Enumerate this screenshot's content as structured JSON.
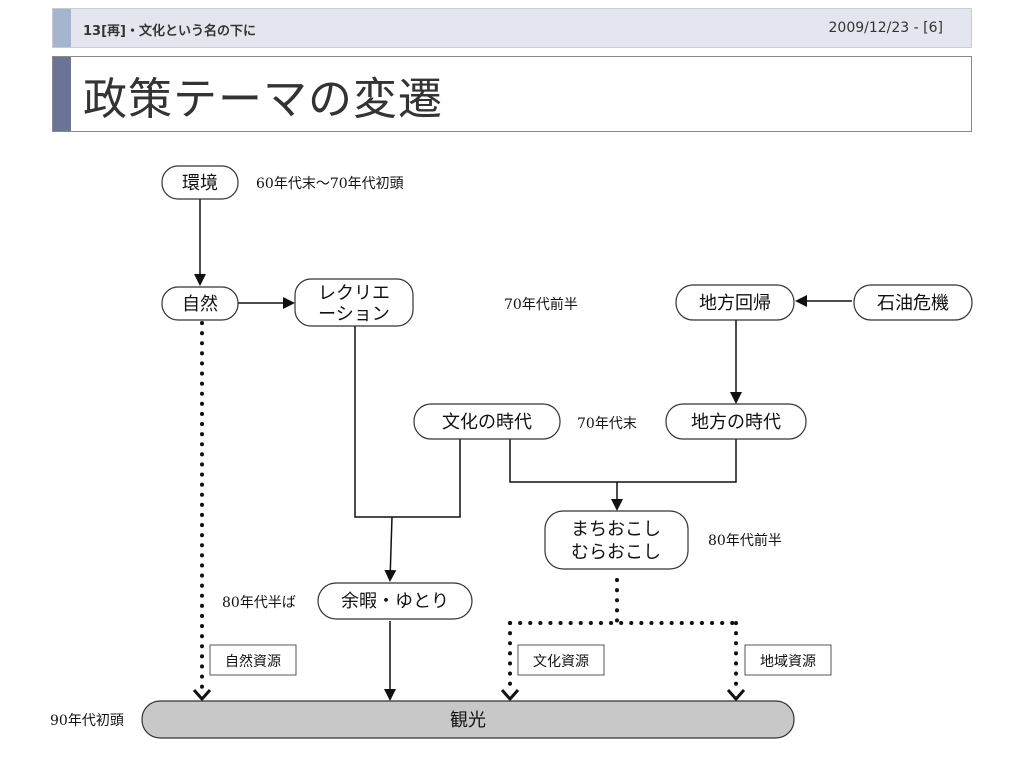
{
  "header": {
    "title": "13[再]・文化という名の下に",
    "date": "2009/12/23 - [6]"
  },
  "slide_title": "政策テーマの変遷",
  "nodes": {
    "kankyo": "環境",
    "shizen": "自然",
    "recreation_l1": "レクリエ",
    "recreation_l2": "ーション",
    "chihou_kaiki": "地方回帰",
    "sekiyu_kiki": "石油危機",
    "bunka_jidai": "文化の時代",
    "chihou_jidai": "地方の時代",
    "machi_l1": "まちおこし",
    "machi_l2": "むらおこし",
    "yoka": "余暇・ゆとり",
    "kanko": "観光"
  },
  "notes": {
    "n60s": "60年代末～70年代初頭",
    "n70early": "70年代前半",
    "n70late": "70年代末",
    "n80early": "80年代前半",
    "n80mid": "80年代半ば",
    "n90early": "90年代初頭"
  },
  "resources": {
    "shizen_shigen": "自然資源",
    "bunka_shigen": "文化資源",
    "chiiki_shigen": "地域資源"
  },
  "colors": {
    "header_bg": "#e3e6ee",
    "header_accent": "#a5b4cf",
    "title_accent": "#6b7396",
    "kanko_fill": "#c8c8c8"
  }
}
